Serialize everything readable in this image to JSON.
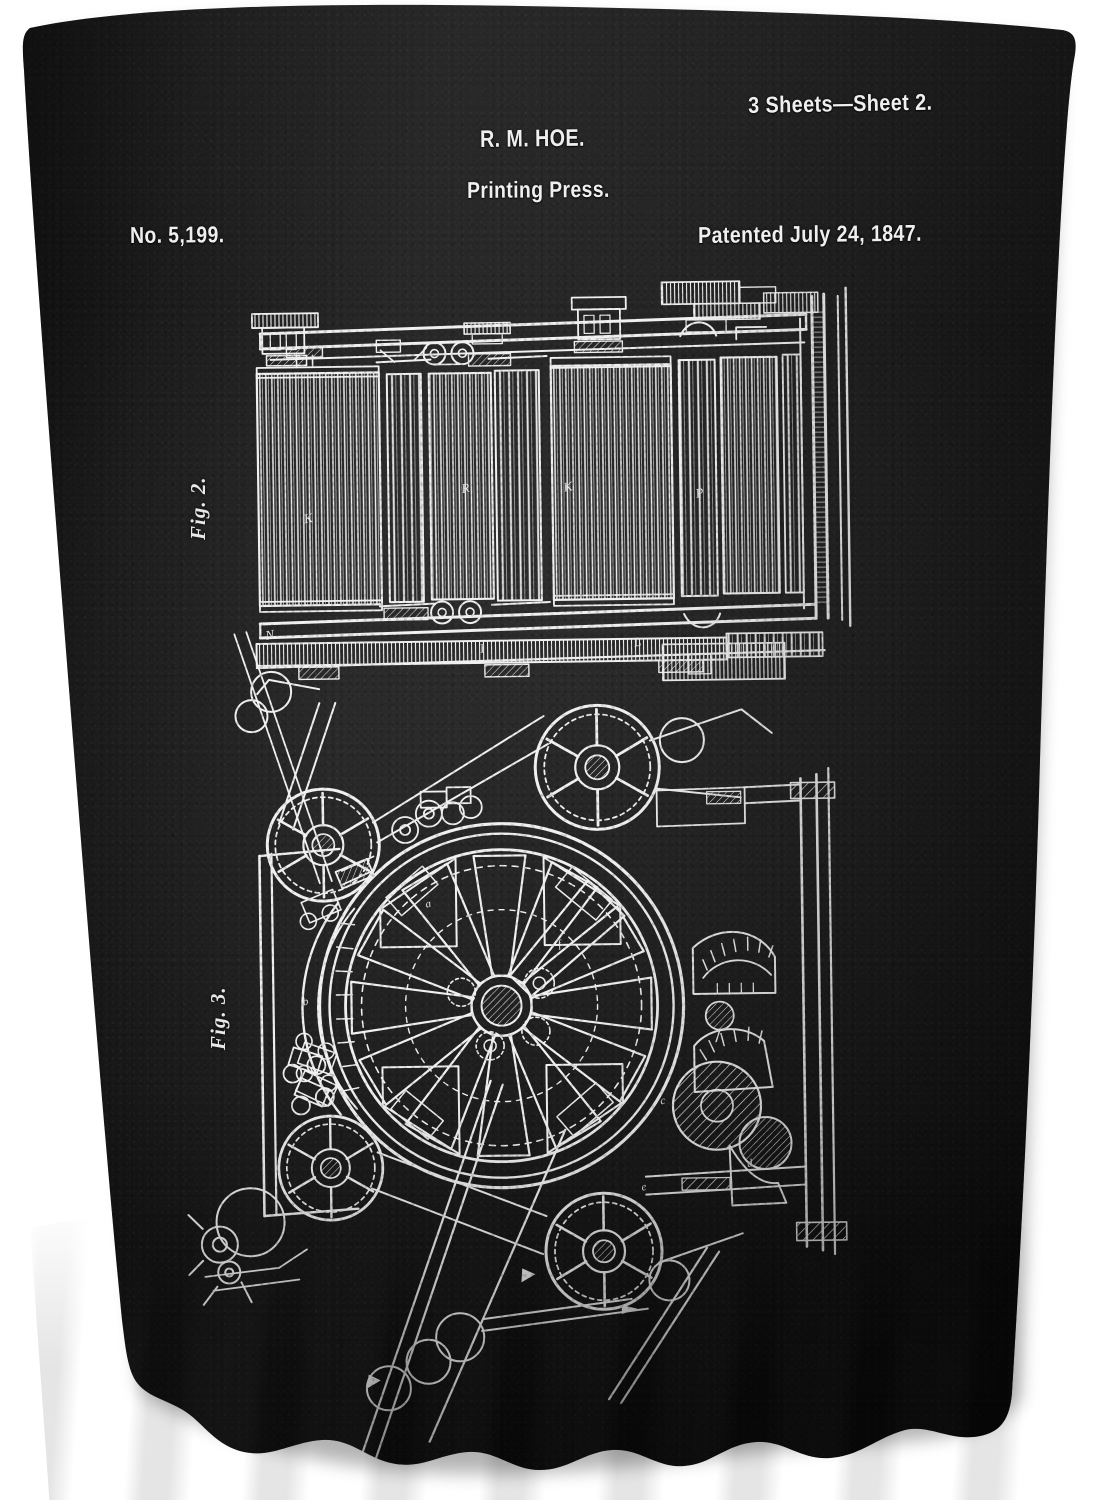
{
  "product": {
    "type": "printed fleece blanket / throw",
    "base_color": "#1d1d1d",
    "ink_color": "#f2f2f2",
    "background_color": "#ffffff"
  },
  "patent_sheet": {
    "sheet_count": "3 Sheets—Sheet 2.",
    "inventor": "R. M. HOE.",
    "subject": "Printing Press.",
    "patent_number": "No. 5,199.",
    "patent_date": "Patented July 24, 1847.",
    "figures": [
      {
        "id": "fig2",
        "label": "Fig. 2.",
        "description": "elevation of cylinder and roller bank"
      },
      {
        "id": "fig3",
        "label": "Fig. 3.",
        "description": "end view with large spoked type-revolving wheel"
      }
    ]
  },
  "colors": {
    "ink": "#f0f0f0",
    "ink_dim": "#cfcfcf",
    "cloth_dark": "#141414",
    "cloth_mid": "#272727",
    "paper_white": "#ffffff"
  }
}
